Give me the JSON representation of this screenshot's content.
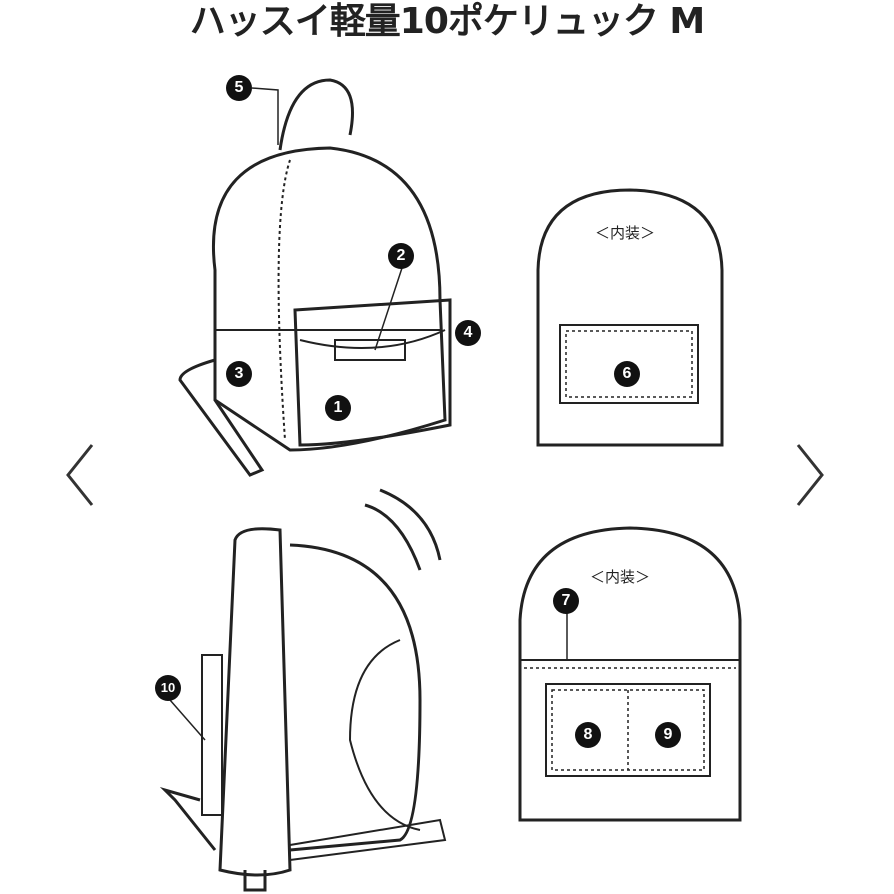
{
  "title": "ハッスイ軽量10ポケリュック M",
  "interior_label": "＜内装＞",
  "interior_label_2": "＜内装＞",
  "callouts": [
    "1",
    "2",
    "3",
    "4",
    "5",
    "6",
    "7",
    "8",
    "9",
    "10"
  ],
  "navigation": {
    "prev_icon": "chevron-left-icon",
    "next_icon": "chevron-right-icon"
  }
}
